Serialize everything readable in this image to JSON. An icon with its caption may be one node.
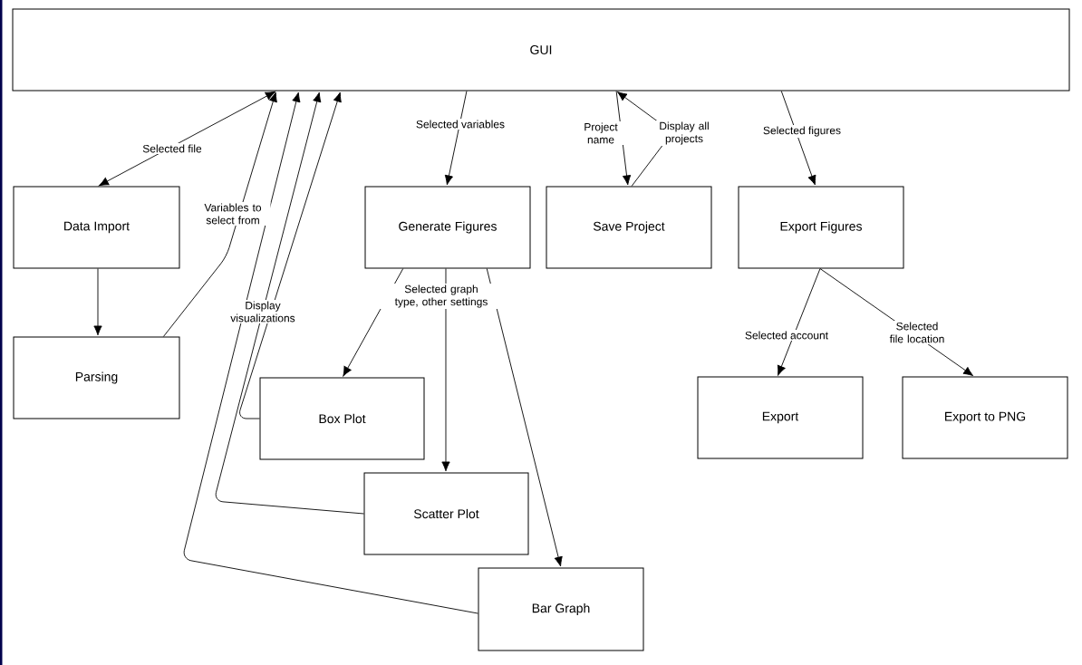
{
  "diagram": {
    "nodes": [
      {
        "text": [
          "GUI"
        ]
      },
      {
        "text": [
          "Data Import"
        ]
      },
      {
        "text": [
          "Parsing"
        ]
      },
      {
        "text": [
          "Generate Figures"
        ]
      },
      {
        "text": [
          "Save Project"
        ]
      },
      {
        "text": [
          "Export Figures"
        ]
      },
      {
        "text": [
          "Box Plot"
        ]
      },
      {
        "text": [
          "Scatter Plot"
        ]
      },
      {
        "text": [
          "Bar Graph"
        ]
      },
      {
        "text": [
          "Export"
        ]
      },
      {
        "text": [
          "Export to PNG"
        ]
      }
    ],
    "edges": [
      {
        "from": 0,
        "to": 1,
        "arrow": "both",
        "label": "Selected file"
      },
      {
        "from": 1,
        "to": 2,
        "arrow": "to"
      },
      {
        "from": 2,
        "to": 0,
        "arrow": "to",
        "label": "Variables to select from"
      },
      {
        "from": 6,
        "to": 0,
        "arrow": "to",
        "label": "Display visualizations"
      },
      {
        "from": 7,
        "to": 0,
        "arrow": "to"
      },
      {
        "from": 8,
        "to": 0,
        "arrow": "to"
      },
      {
        "from": 0,
        "to": 3,
        "arrow": "to",
        "label": "Selected variables"
      },
      {
        "from": 3,
        "to": 6,
        "arrow": "to",
        "label": "Selected graph type, other settings"
      },
      {
        "from": 3,
        "to": 7,
        "arrow": "to"
      },
      {
        "from": 3,
        "to": 8,
        "arrow": "to"
      },
      {
        "from": 0,
        "to": 4,
        "arrow": "to",
        "label": "Project name"
      },
      {
        "from": 4,
        "to": 0,
        "arrow": "to",
        "label": "Display all projects"
      },
      {
        "from": 0,
        "to": 5,
        "arrow": "to",
        "label": "Selected figures"
      },
      {
        "from": 5,
        "to": 9,
        "arrow": "to",
        "label": "Selected account"
      },
      {
        "from": 5,
        "to": 10,
        "arrow": "to",
        "label": "Selected file location"
      }
    ]
  }
}
